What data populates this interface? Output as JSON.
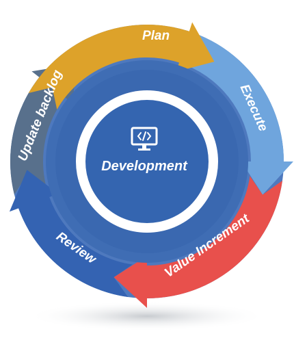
{
  "cycle": {
    "center": {
      "label": "Development",
      "icon": "code-monitor-icon"
    },
    "stages": [
      {
        "id": "plan",
        "label": "Plan",
        "color": "#DDA22A"
      },
      {
        "id": "execute",
        "label": "Execute",
        "color": "#6FA5DD"
      },
      {
        "id": "value-increment",
        "label": "Value Increment",
        "color": "#E8504C"
      },
      {
        "id": "review",
        "label": "Review",
        "color": "#3463B2"
      },
      {
        "id": "update-backlog",
        "label": "Update backlog",
        "color": "#58708C"
      }
    ],
    "colors": {
      "outer_ring_base": "#4E79BE",
      "middle_disc": "#3F6DB4",
      "inner_disc": "#3465B0",
      "white_ring": "#FFFFFF"
    }
  }
}
